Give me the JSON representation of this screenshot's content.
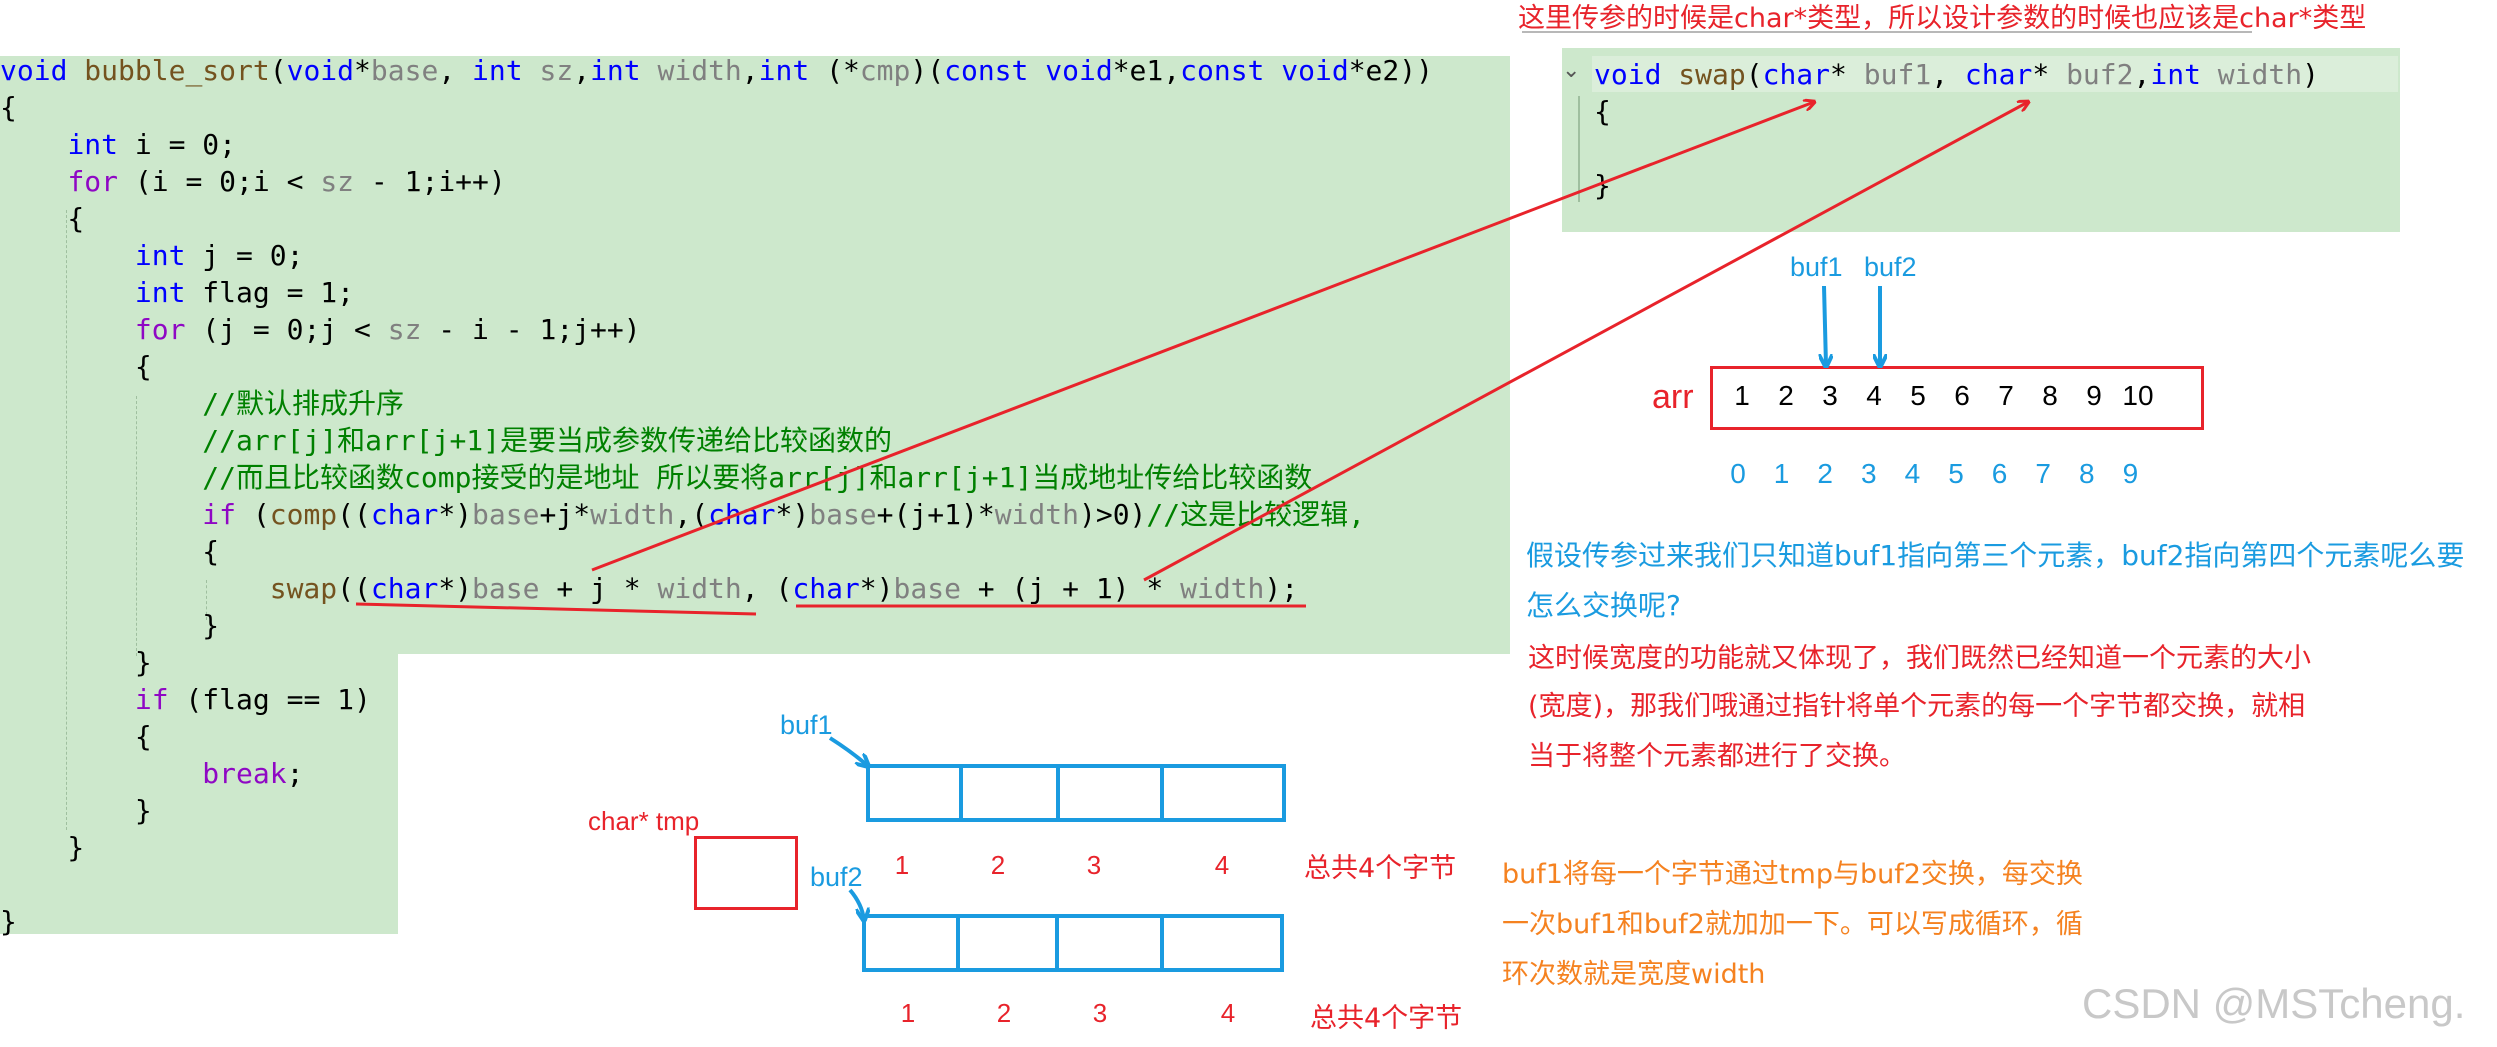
{
  "code": {
    "lines": [
      [
        [
          "kw",
          "void "
        ],
        [
          "fn",
          "bubble_sort"
        ],
        [
          "",
          "("
        ],
        [
          "kw",
          "void"
        ],
        [
          "",
          "*"
        ],
        [
          "prm",
          "base"
        ],
        [
          "",
          ", "
        ],
        [
          "kw",
          "int"
        ],
        [
          "prm",
          " sz"
        ],
        [
          "",
          ","
        ],
        [
          "kw",
          "int"
        ],
        [
          "prm",
          " width"
        ],
        [
          "",
          ","
        ],
        [
          "kw",
          "int"
        ],
        [
          "",
          " (*"
        ],
        [
          "prm",
          "cmp"
        ],
        [
          "",
          ")("
        ],
        [
          "kw",
          "const void"
        ],
        [
          "",
          "*e1,"
        ],
        [
          "kw",
          "const void"
        ],
        [
          "",
          "*e2))"
        ]
      ],
      [
        [
          "",
          "{"
        ]
      ],
      [
        [
          "",
          "    "
        ],
        [
          "kw",
          "int"
        ],
        [
          "",
          " i = 0;"
        ]
      ],
      [
        [
          "",
          "    "
        ],
        [
          "ctl",
          "for"
        ],
        [
          "",
          " (i = 0;i < "
        ],
        [
          "prm",
          "sz"
        ],
        [
          "",
          " - 1;i++)"
        ]
      ],
      [
        [
          "",
          "    {"
        ]
      ],
      [
        [
          "",
          "        "
        ],
        [
          "kw",
          "int"
        ],
        [
          "",
          " j = 0;"
        ]
      ],
      [
        [
          "",
          "        "
        ],
        [
          "kw",
          "int"
        ],
        [
          "",
          " flag = 1;"
        ]
      ],
      [
        [
          "",
          "        "
        ],
        [
          "ctl",
          "for"
        ],
        [
          "",
          " (j = 0;j < "
        ],
        [
          "prm",
          "sz"
        ],
        [
          "",
          " - i - 1;j++)"
        ]
      ],
      [
        [
          "",
          "        {"
        ]
      ],
      [
        [
          "",
          "            "
        ],
        [
          "cmt",
          "//默认排成升序"
        ]
      ],
      [
        [
          "",
          "            "
        ],
        [
          "cmt",
          "//arr[j]和arr[j+1]是要当成参数传递给比较函数的"
        ]
      ],
      [
        [
          "",
          "            "
        ],
        [
          "cmt",
          "//而且比较函数comp接受的是地址 所以要将arr[j]和arr[j+1]当成地址传给比较函数"
        ]
      ],
      [
        [
          "",
          "            "
        ],
        [
          "ctl",
          "if"
        ],
        [
          "",
          " ("
        ],
        [
          "fn",
          "comp"
        ],
        [
          "",
          "(("
        ],
        [
          "kw",
          "char"
        ],
        [
          "",
          "*)"
        ],
        [
          "prm",
          "base"
        ],
        [
          "",
          "+j*"
        ],
        [
          "prm",
          "width"
        ],
        [
          "",
          ",("
        ],
        [
          "kw",
          "char"
        ],
        [
          "",
          "*)"
        ],
        [
          "prm",
          "base"
        ],
        [
          "",
          "+(j+1)*"
        ],
        [
          "prm",
          "width"
        ],
        [
          "",
          ")>0)"
        ],
        [
          "cmt",
          "//这是比较逻辑,"
        ]
      ],
      [
        [
          "",
          "            {"
        ]
      ],
      [
        [
          "",
          "                "
        ],
        [
          "fn",
          "swap"
        ],
        [
          "",
          "(("
        ],
        [
          "kw",
          "char"
        ],
        [
          "",
          "*)"
        ],
        [
          "prm",
          "base"
        ],
        [
          "",
          " + j * "
        ],
        [
          "prm",
          "width"
        ],
        [
          "",
          ", ("
        ],
        [
          "kw",
          "char"
        ],
        [
          "",
          "*)"
        ],
        [
          "prm",
          "base"
        ],
        [
          "",
          " + (j + 1) * "
        ],
        [
          "prm",
          "width"
        ],
        [
          "",
          ");"
        ]
      ],
      [
        [
          "",
          "            }"
        ]
      ],
      [
        [
          "",
          "        }"
        ]
      ],
      [
        [
          "",
          "        "
        ],
        [
          "ctl",
          "if"
        ],
        [
          "",
          " (flag == 1)"
        ]
      ],
      [
        [
          "",
          "        {"
        ]
      ],
      [
        [
          "",
          "            "
        ],
        [
          "ctl",
          "break"
        ],
        [
          "",
          ";"
        ]
      ],
      [
        [
          "",
          "        }"
        ]
      ],
      [
        [
          "",
          "    }"
        ]
      ],
      [
        [
          "",
          ""
        ]
      ],
      [
        [
          "",
          "}"
        ]
      ]
    ]
  },
  "swap_code": {
    "lines": [
      [
        [
          "kw",
          "void "
        ],
        [
          "fn",
          "swap"
        ],
        [
          "",
          "("
        ],
        [
          "kw",
          "char"
        ],
        [
          "",
          "* "
        ],
        [
          "prm",
          "buf1"
        ],
        [
          "",
          ", "
        ],
        [
          "kw",
          "char"
        ],
        [
          "",
          "* "
        ],
        [
          "prm",
          "buf2"
        ],
        [
          "",
          ","
        ],
        [
          "kw",
          "int"
        ],
        [
          "prm",
          " width"
        ],
        [
          "",
          ")"
        ]
      ],
      [
        [
          "",
          "{"
        ]
      ],
      [
        [
          "",
          ""
        ]
      ],
      [
        [
          "",
          "}"
        ]
      ]
    ],
    "fold_glyph": "⌄"
  },
  "notes": {
    "top_note": "这里传参的时候是char*类型，所以设计参数的时候也应该是char*类型",
    "assume_line1": "假设传参过来我们只知道buf1指向第三个元素，buf2指向第四个元素呢么要",
    "assume_line2": "怎么交换呢?",
    "width_line1": "这时候宽度的功能就又体现了，我们既然已经知道一个元素的大小",
    "width_line2": "(宽度)，那我们哦通过指针将单个元素的每一个字节都交换，就相",
    "width_line3": "当于将整个元素都进行了交换。",
    "loop_line1": "buf1将每一个字节通过tmp与buf2交换，每交换",
    "loop_line2": "一次buf1和buf2就加加一下。可以写成循环，循",
    "loop_line3": "环次数就是宽度width"
  },
  "array": {
    "name": "arr",
    "values": [
      "1",
      "2",
      "3",
      "4",
      "5",
      "6",
      "7",
      "8",
      "9",
      "10"
    ],
    "indices": [
      "0",
      "1",
      "2",
      "3",
      "4",
      "5",
      "6",
      "7",
      "8",
      "9"
    ],
    "pointer1": "buf1",
    "pointer2": "buf2"
  },
  "bytes": {
    "tmp_label": "char* tmp",
    "buf1_label": "buf1",
    "buf2_label": "buf2",
    "numbers": [
      "1",
      "2",
      "3",
      "4"
    ],
    "total_label": "总共4个字节"
  },
  "watermark": "CSDN @MSTcheng.",
  "colors": {
    "red": "#e8232b",
    "blue": "#1a9be0",
    "orange": "#f58220",
    "code_bg": "#cde8cc"
  }
}
